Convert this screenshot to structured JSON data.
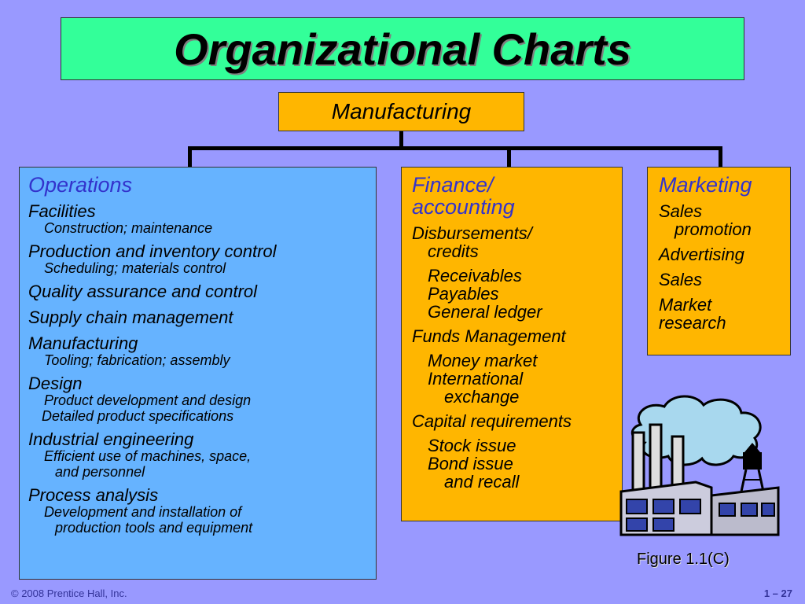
{
  "title": "Organizational Charts",
  "top_node": "Manufacturing",
  "operations": {
    "head": "Operations",
    "items": [
      {
        "label": "Facilities",
        "subs": [
          "Construction; maintenance"
        ]
      },
      {
        "label": "Production and inventory control",
        "subs": [
          "Scheduling; materials control"
        ]
      },
      {
        "label": "Quality assurance and control",
        "subs": []
      },
      {
        "label": "Supply chain management",
        "subs": []
      },
      {
        "label": "Manufacturing",
        "subs": [
          "Tooling; fabrication; assembly"
        ]
      },
      {
        "label": "Design",
        "subs": [
          "Product development and design",
          "Detailed product specifications"
        ]
      },
      {
        "label": "Industrial engineering",
        "subs": [
          "Efficient use of machines, space,",
          "and personnel"
        ]
      },
      {
        "label": "Process analysis",
        "subs": [
          "Development and installation of",
          "production tools and equipment"
        ]
      }
    ]
  },
  "finance": {
    "head_line1": "Finance/",
    "head_line2": "accounting",
    "disbursements_line1": "Disbursements/",
    "disbursements_line2": "credits",
    "disb_subs": [
      "Receivables",
      "Payables",
      "General ledger"
    ],
    "funds": "Funds Management",
    "funds_subs": [
      "Money market",
      "International",
      "exchange"
    ],
    "capital": "Capital requirements",
    "capital_subs": [
      "Stock issue",
      "Bond issue",
      "and recall"
    ]
  },
  "marketing": {
    "head": "Marketing",
    "sales_promo_line1": "Sales",
    "sales_promo_line2": "promotion",
    "advertising": "Advertising",
    "sales": "Sales",
    "market_line1": "Market",
    "market_line2": "research"
  },
  "figure_label": "Figure 1.1(C)",
  "footer": {
    "copyright": "© 2008 Prentice Hall, Inc.",
    "page": "1 – 27"
  },
  "colors": {
    "background": "#9999ff",
    "title_box": "#33ff99",
    "orange_box": "#ffb600",
    "blue_box": "#66b3ff",
    "heading_text": "#3333cc"
  },
  "icons": [
    "factory-icon"
  ]
}
